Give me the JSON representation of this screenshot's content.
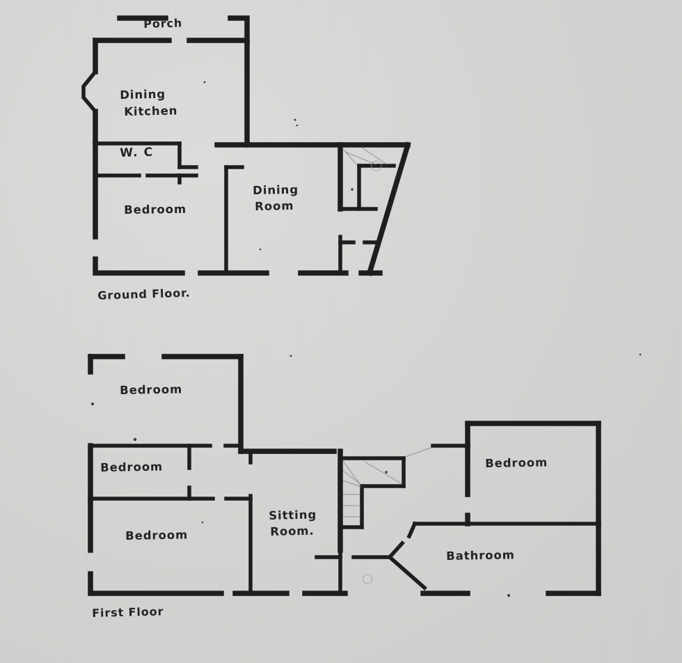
{
  "document": {
    "title": "Hand-drawn residential floor plan",
    "medium": "pencil on paper",
    "background_color": "#d6d8d5",
    "ink_color": "#1d1d1f"
  },
  "plans": [
    {
      "id": "ground-floor",
      "caption": "Ground Floor.",
      "rooms": [
        {
          "id": "porch",
          "label": "Porch"
        },
        {
          "id": "dining-kitchen",
          "label": "Dining\nKitchen",
          "line1": "Dining",
          "line2": "Kitchen"
        },
        {
          "id": "wc",
          "label": "W. C"
        },
        {
          "id": "bedroom",
          "label": "Bedroom"
        },
        {
          "id": "dining-room",
          "label": "Dining\nRoom",
          "line1": "Dining",
          "line2": "Room"
        }
      ]
    },
    {
      "id": "first-floor",
      "caption": "First Floor",
      "rooms": [
        {
          "id": "bedroom-1",
          "label": "Bedroom"
        },
        {
          "id": "bedroom-2",
          "label": "Bedroom"
        },
        {
          "id": "bedroom-3",
          "label": "Bedroom"
        },
        {
          "id": "sitting-room",
          "label": "Sitting\nRoom.",
          "line1": "Sitting",
          "line2": "Room."
        },
        {
          "id": "bedroom-4",
          "label": "Bedroom"
        },
        {
          "id": "bathroom",
          "label": "Bathroom"
        }
      ]
    }
  ],
  "labels": {
    "ground": {
      "porch": "Porch",
      "dining_kitchen_1": "Dining",
      "dining_kitchen_2": "Kitchen",
      "wc": "W. C",
      "bedroom": "Bedroom",
      "dining_room_1": "Dining",
      "dining_room_2": "Room",
      "caption": "Ground Floor."
    },
    "first": {
      "bedroom_top": "Bedroom",
      "bedroom_mid": "Bedroom",
      "bedroom_low": "Bedroom",
      "sitting_1": "Sitting",
      "sitting_2": "Room.",
      "bedroom_right": "Bedroom",
      "bathroom": "Bathroom",
      "caption": "First Floor"
    }
  }
}
